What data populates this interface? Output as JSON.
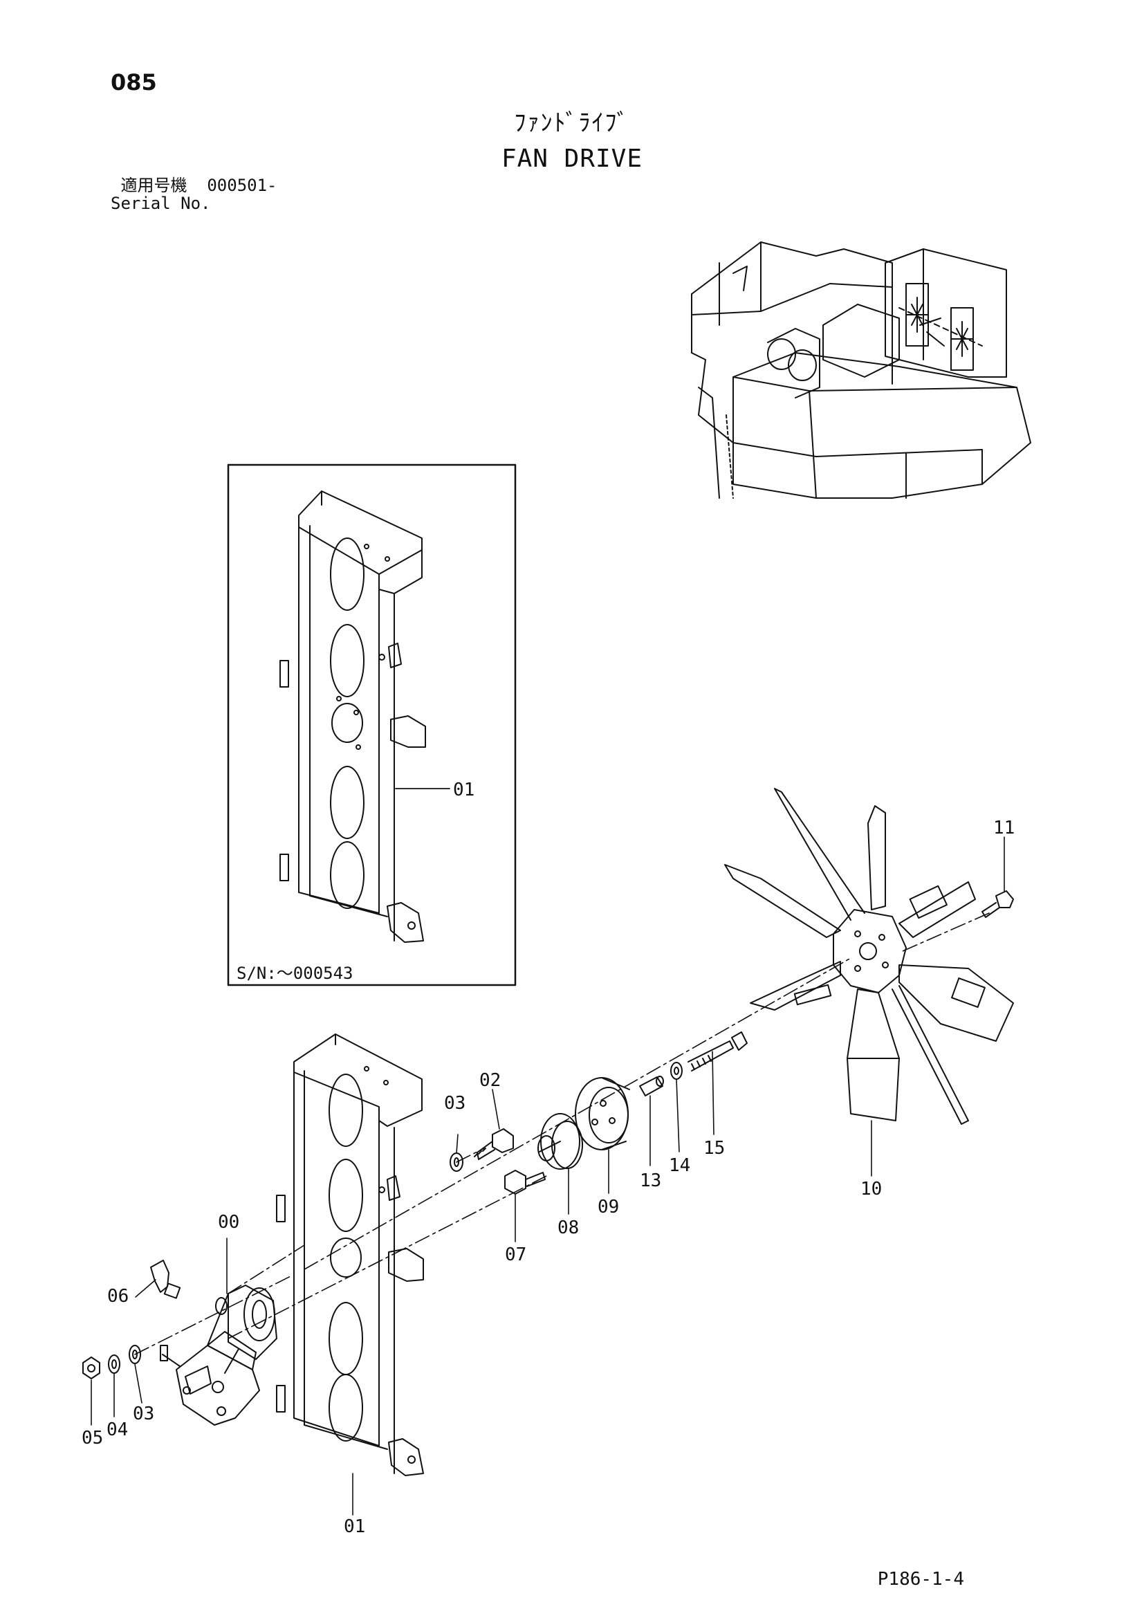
{
  "page_number": "085",
  "title": {
    "japanese": "ﾌｧﾝﾄﾞﾗｲﾌﾞ",
    "english": "FAN DRIVE"
  },
  "serial": {
    "label_jp": "適用号機",
    "value": "000501-",
    "label_en": "Serial No."
  },
  "inset": {
    "note": "S/N:～000543",
    "part_label": "01"
  },
  "callouts": [
    {
      "id": "c00",
      "label": "00"
    },
    {
      "id": "c01",
      "label": "01"
    },
    {
      "id": "c02",
      "label": "02"
    },
    {
      "id": "c03a",
      "label": "03"
    },
    {
      "id": "c03b",
      "label": "03"
    },
    {
      "id": "c04",
      "label": "04"
    },
    {
      "id": "c05",
      "label": "05"
    },
    {
      "id": "c06",
      "label": "06"
    },
    {
      "id": "c07",
      "label": "07"
    },
    {
      "id": "c08",
      "label": "08"
    },
    {
      "id": "c09",
      "label": "09"
    },
    {
      "id": "c10",
      "label": "10"
    },
    {
      "id": "c11",
      "label": "11"
    },
    {
      "id": "c13",
      "label": "13"
    },
    {
      "id": "c14",
      "label": "14"
    },
    {
      "id": "c15",
      "label": "15"
    }
  ],
  "reference_code": "P186-1-4"
}
